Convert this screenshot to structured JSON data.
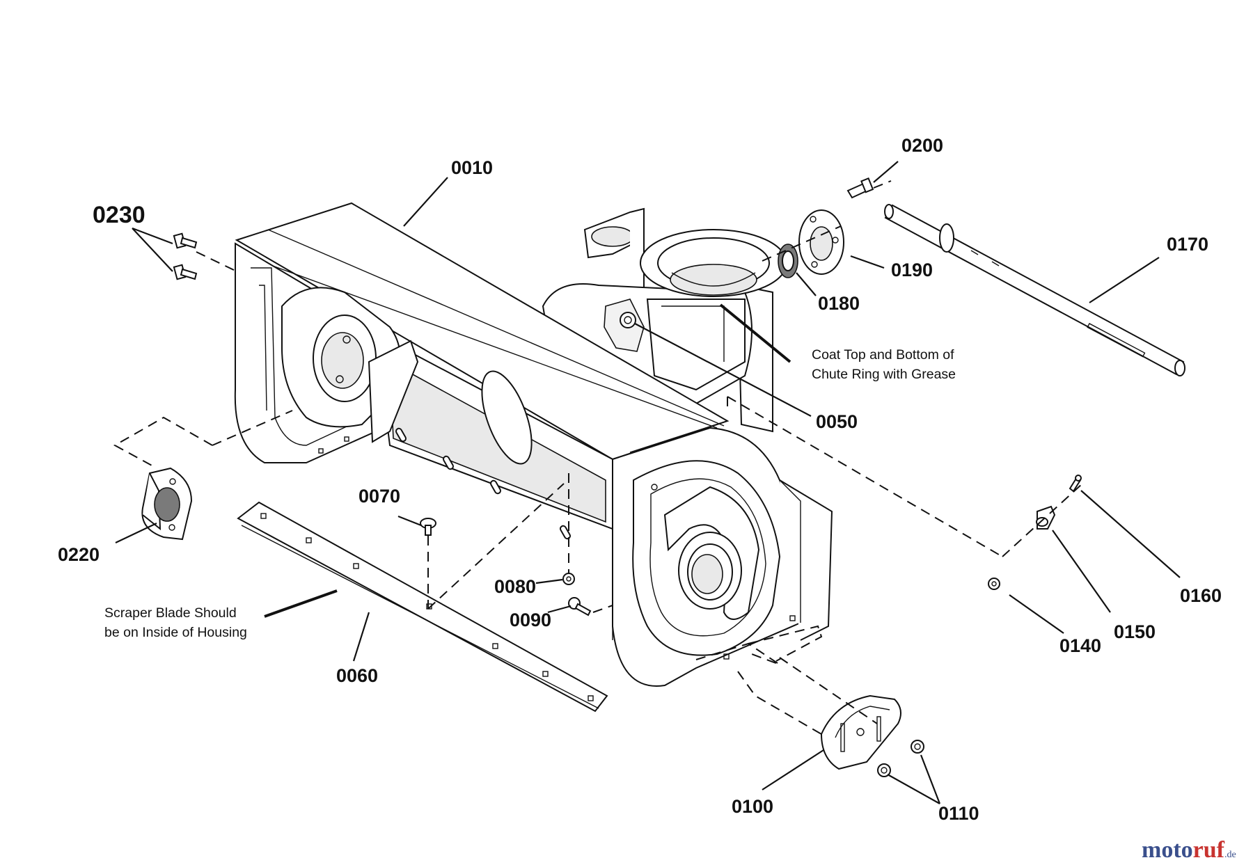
{
  "parts": {
    "p0010": "0010",
    "p0050": "0050",
    "p0060": "0060",
    "p0070": "0070",
    "p0080": "0080",
    "p0090": "0090",
    "p0100": "0100",
    "p0110": "0110",
    "p0140": "0140",
    "p0150": "0150",
    "p0160": "0160",
    "p0170": "0170",
    "p0180": "0180",
    "p0190": "0190",
    "p0200": "0200",
    "p0220": "0220",
    "p0230": "0230"
  },
  "notes": {
    "chute_line1": "Coat Top and Bottom of",
    "chute_line2": "Chute Ring with Grease",
    "scraper_line1": "Scraper Blade Should",
    "scraper_line2": "be on Inside of Housing"
  },
  "watermark": {
    "part1": "moto",
    "part2": "ruf",
    "suffix": ".de"
  }
}
